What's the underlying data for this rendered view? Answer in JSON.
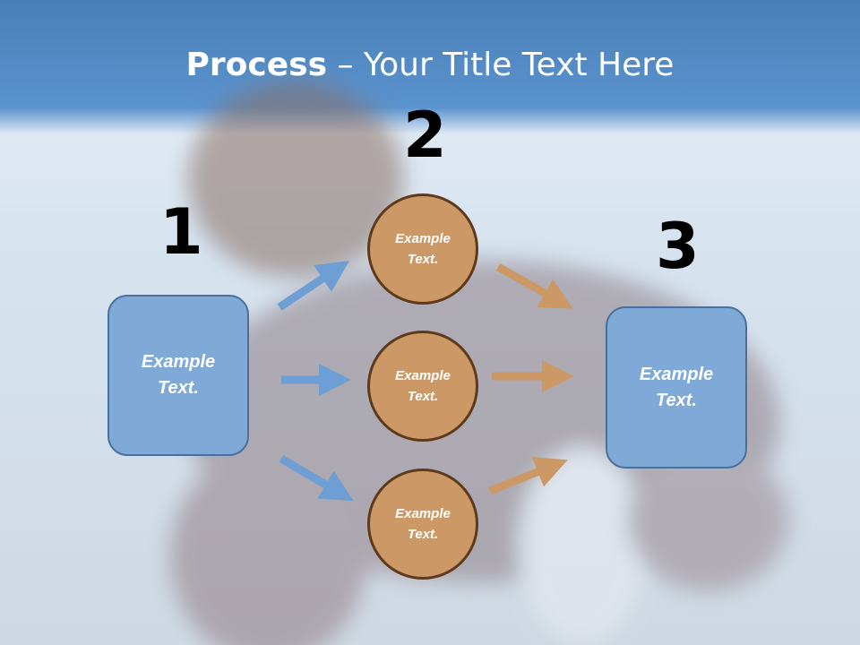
{
  "title": {
    "bold": "Process",
    "rest": " – Your Title Text Here"
  },
  "steps": [
    {
      "number": "1",
      "box_text": "Example Text."
    },
    {
      "number": "2",
      "circles": [
        "Example Text.",
        "Example Text.",
        "Example Text."
      ]
    },
    {
      "number": "3",
      "box_text": "Example Text."
    }
  ],
  "colors": {
    "box_fill": "#7fa9d6",
    "circle_fill": "#cc9966",
    "arrow_blue": "#6d9fd4",
    "arrow_orange": "#cc9966"
  }
}
